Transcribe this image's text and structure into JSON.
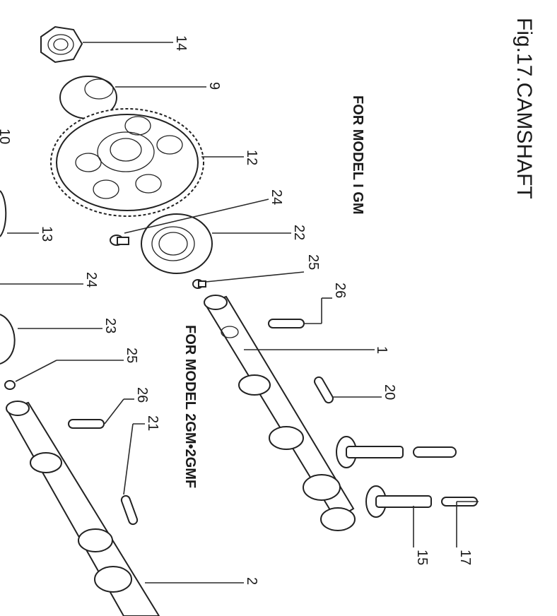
{
  "figure": {
    "title": "Fig.17.CAMSHAFT",
    "heading_1gm": "FOR MODEL  I GM",
    "heading_2gm": "FOR MODEL  2GM•2GMF"
  },
  "callouts": {
    "n14": "14",
    "n9": "9",
    "n12": "12",
    "n24a": "24",
    "n22": "22",
    "n25a": "25",
    "n26a": "26",
    "n1": "1",
    "n20": "20",
    "n17": "17",
    "n15": "15",
    "n10": "10",
    "n13": "13",
    "n24b": "24",
    "n23": "23",
    "n25b": "25",
    "n26b": "26",
    "n21": "21",
    "n2": "2"
  },
  "colors": {
    "ink": "#1a1a1a",
    "paper": "#ffffff"
  }
}
